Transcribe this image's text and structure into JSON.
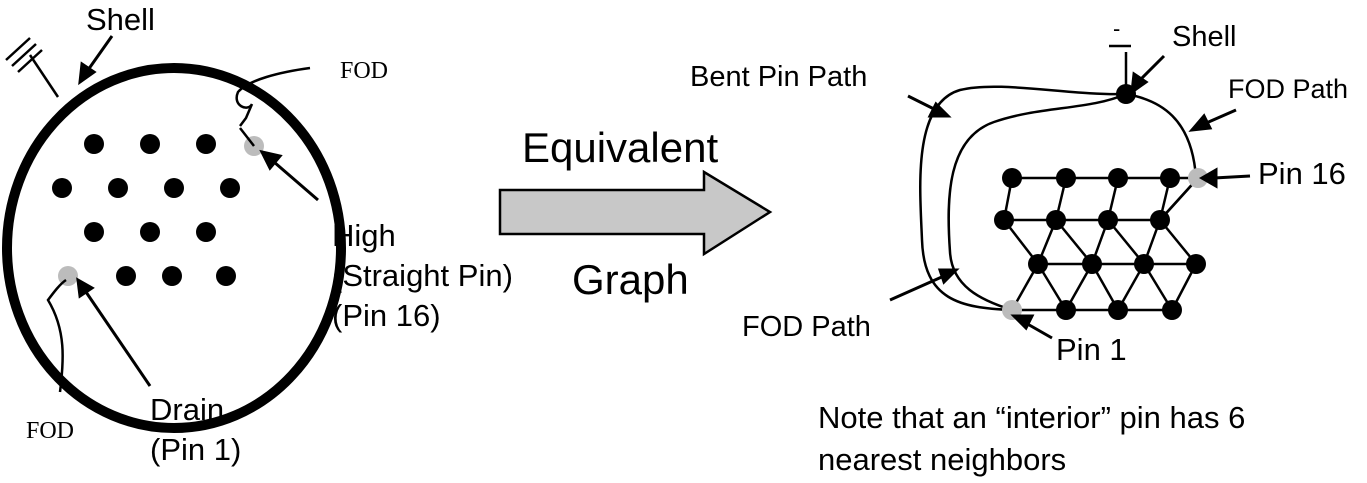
{
  "left_diagram": {
    "shell_label": "Shell",
    "fod_top_label": "FOD",
    "fod_bottom_label": "FOD",
    "high_label_line1": "High",
    "high_label_line2": "(Straight Pin)",
    "high_label_line3": "(Pin 16)",
    "drain_label_line1": "Drain",
    "drain_label_line2": "(Pin 1)"
  },
  "middle": {
    "equivalent_label": "Equivalent",
    "graph_label": "Graph"
  },
  "right_diagram": {
    "ground_symbol": "-",
    "shell_label": "Shell",
    "bent_pin_path_label": "Bent Pin Path",
    "fod_path_top_label": "FOD Path",
    "fod_path_bottom_label": "FOD Path",
    "pin16_label": "Pin 16",
    "pin1_label": "Pin 1"
  },
  "note": {
    "line1": "Note that an “interior” pin has 6",
    "line2": "nearest neighbors"
  },
  "colors": {
    "ink": "#000000",
    "highlight_pin": "#bcbcbc",
    "arrow_fill": "#c8c8c8"
  }
}
